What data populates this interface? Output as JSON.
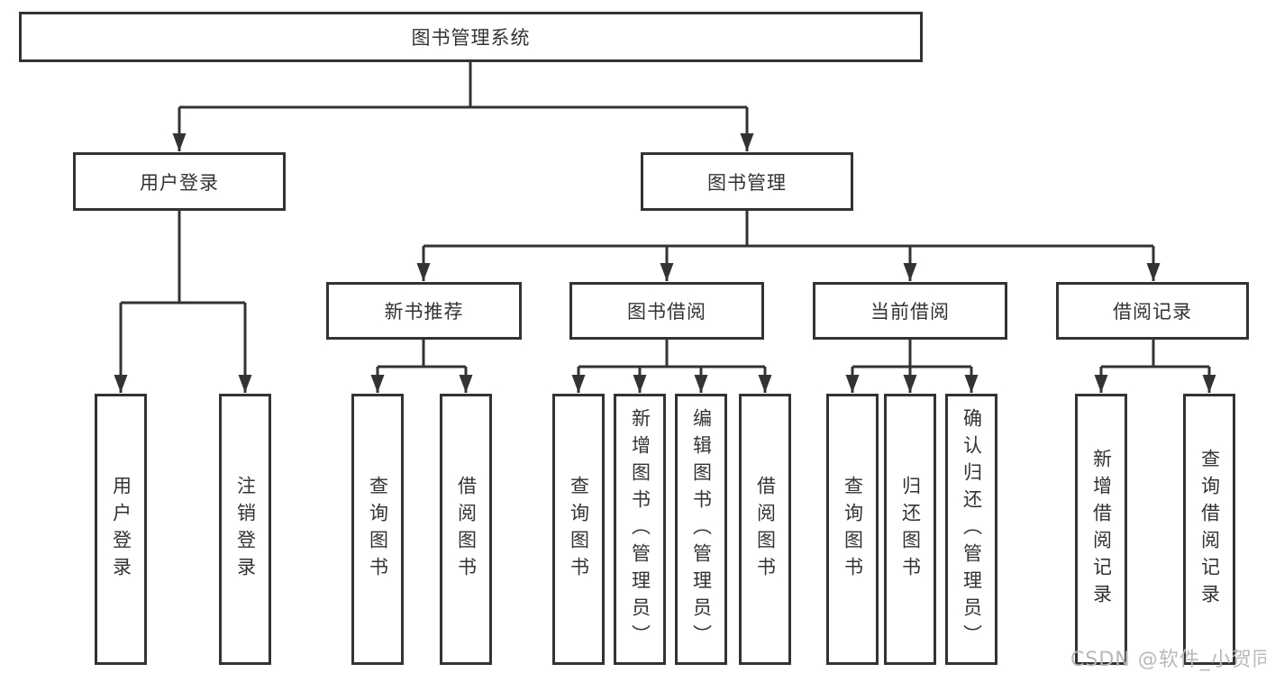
{
  "tree": {
    "root": {
      "label": "图书管理系统"
    },
    "children": [
      {
        "label": "用户登录",
        "children": [
          {
            "label": "用户登录"
          },
          {
            "label": "注销登录"
          }
        ]
      },
      {
        "label": "图书管理",
        "children": [
          {
            "label": "新书推荐",
            "children": [
              {
                "label": "查询图书"
              },
              {
                "label": "借阅图书"
              }
            ]
          },
          {
            "label": "图书借阅",
            "children": [
              {
                "label": "查询图书"
              },
              {
                "label": "新增图书（管理员）"
              },
              {
                "label": "编辑图书（管理员）"
              },
              {
                "label": "借阅图书"
              }
            ]
          },
          {
            "label": "当前借阅",
            "children": [
              {
                "label": "查询图书"
              },
              {
                "label": "归还图书"
              },
              {
                "label": "确认归还（管理员）"
              }
            ]
          },
          {
            "label": "借阅记录",
            "children": [
              {
                "label": "新增借阅记录"
              },
              {
                "label": "查询借阅记录"
              }
            ]
          }
        ]
      }
    ]
  },
  "watermark": {
    "text": "CSDN @软件_小贺同学"
  },
  "colors": {
    "bg": "#ffffff",
    "line": "#333333",
    "text": "#333333",
    "watermark": "#b9b9b9"
  }
}
